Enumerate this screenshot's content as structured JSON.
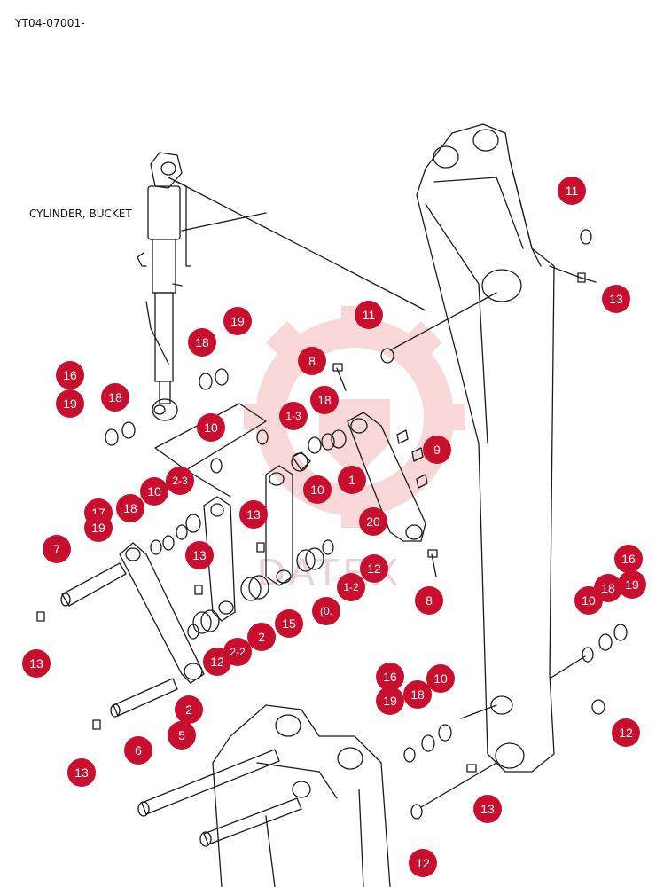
{
  "header": {
    "doc_code": "YT04-07001-"
  },
  "diagram": {
    "part_label": "CYLINDER, BUCKET",
    "watermark_text": "DATEX",
    "watermark_color": "#f2b8b8",
    "badge_color": "#c8102e",
    "line_color": "#1a1a1a",
    "callouts": [
      {
        "label": "11"
      },
      {
        "label": "13"
      },
      {
        "label": "11"
      },
      {
        "label": "8"
      },
      {
        "label": "18"
      },
      {
        "label": "19"
      },
      {
        "label": "16"
      },
      {
        "label": "18"
      },
      {
        "label": "19"
      },
      {
        "label": "10"
      },
      {
        "label": "1-3"
      },
      {
        "label": "18"
      },
      {
        "label": "9"
      },
      {
        "label": "2-3"
      },
      {
        "label": "10"
      },
      {
        "label": "17"
      },
      {
        "label": "18"
      },
      {
        "label": "19"
      },
      {
        "label": "10"
      },
      {
        "label": "1"
      },
      {
        "label": "20"
      },
      {
        "label": "13"
      },
      {
        "label": "7"
      },
      {
        "label": "13"
      },
      {
        "label": "12"
      },
      {
        "label": "1-2"
      },
      {
        "label": "(0."
      },
      {
        "label": "8"
      },
      {
        "label": "16"
      },
      {
        "label": "18"
      },
      {
        "label": "19"
      },
      {
        "label": "10"
      },
      {
        "label": "15"
      },
      {
        "label": "2"
      },
      {
        "label": "12"
      },
      {
        "label": "2-2"
      },
      {
        "label": "13"
      },
      {
        "label": "16"
      },
      {
        "label": "10"
      },
      {
        "label": "18"
      },
      {
        "label": "19"
      },
      {
        "label": "2"
      },
      {
        "label": "12"
      },
      {
        "label": "5"
      },
      {
        "label": "6"
      },
      {
        "label": "13"
      },
      {
        "label": "13"
      },
      {
        "label": "12"
      }
    ]
  }
}
